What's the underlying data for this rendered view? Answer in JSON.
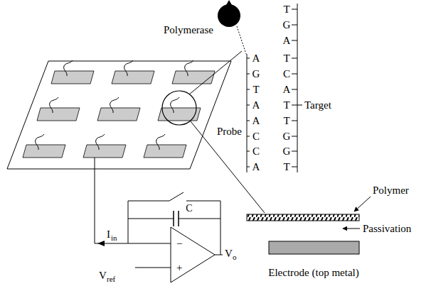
{
  "diagram": {
    "labels": [
      "Polymerase",
      "T",
      "G",
      "A",
      "T",
      "C",
      "A",
      "T",
      "T",
      "G",
      "G",
      "T",
      "Probe",
      "A",
      "G",
      "T",
      "A",
      "A",
      "C",
      "C",
      "A",
      "Target",
      "Polymer",
      "Passivation",
      "Electrode (top metal)",
      "C",
      "I",
      "in",
      "V",
      "o",
      "V",
      "ref",
      "−",
      "+"
    ]
  }
}
